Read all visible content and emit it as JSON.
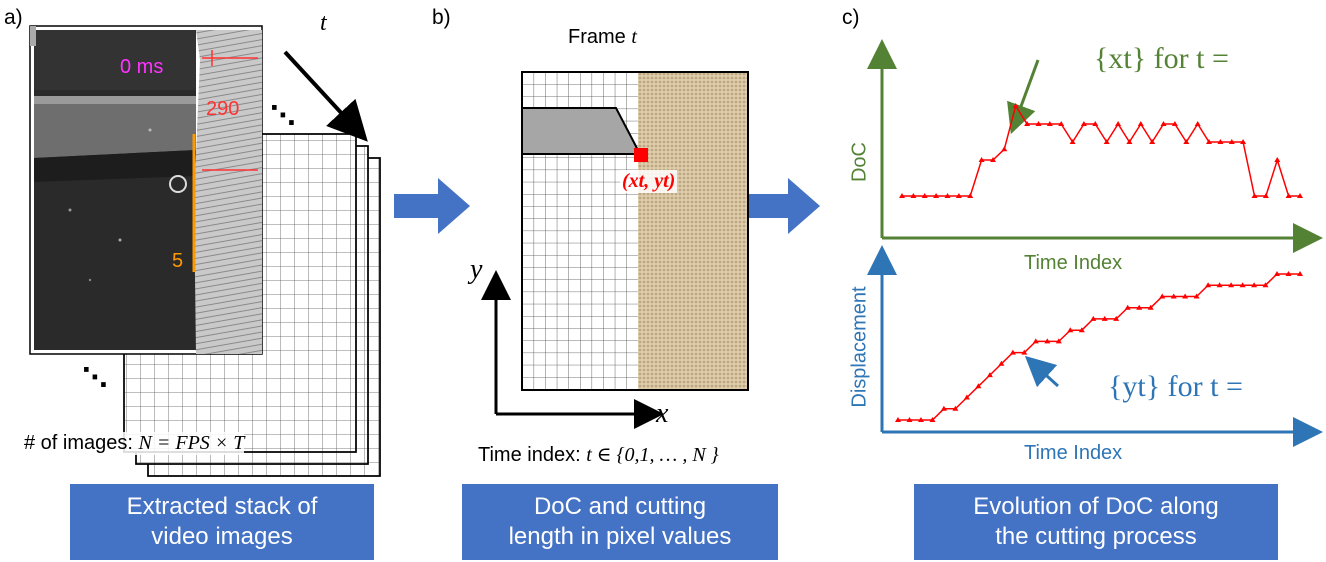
{
  "panel_a": {
    "letter": "a)",
    "time_axis_label": "t",
    "photo_time_label": "0 ms",
    "photo_number_top": "290",
    "photo_number_bottom": "5",
    "dots_top": "⋱",
    "dots_bottom": "⋱",
    "count_prefix": "# of images: ",
    "count_formula": "N =  FPS × T",
    "caption_line1": "Extracted stack of",
    "caption_line2": "video images"
  },
  "panel_b": {
    "letter": "b)",
    "frame_title": "Frame ",
    "frame_var": "t",
    "point_label": "(xt, yt)",
    "axis_x": "x",
    "axis_y": "y",
    "time_index_prefix": "Time index: ",
    "time_index_set": "t ∈ {0,1, … , N }",
    "caption_line1": "DoC and cutting",
    "caption_line2": "length in pixel values"
  },
  "panel_c": {
    "letter": "c)",
    "top_ylabel": "DoC",
    "top_xlabel": "Time Index",
    "top_annotation": "{xt} for  t =",
    "bottom_ylabel": "Displacement",
    "bottom_xlabel": "Time Index",
    "bottom_annotation": "{yt} for  t =",
    "caption_line1": "Evolution of DoC along",
    "caption_line2": "the cutting process"
  },
  "colors": {
    "caption_bg": "#4472c4",
    "arrow_blue": "#4472c4",
    "green": "#548235",
    "blue": "#2e75b6",
    "red": "#ff0000",
    "magenta": "#ff33ff"
  },
  "chart_data": [
    {
      "type": "line",
      "xlabel": "Time Index",
      "ylabel": "DoC",
      "x": [
        0,
        1,
        2,
        3,
        4,
        5,
        6,
        7,
        8,
        9,
        10,
        11,
        12,
        13,
        14,
        15,
        16,
        17,
        18,
        19,
        20,
        21,
        22,
        23,
        24,
        25,
        26,
        27,
        28,
        29,
        30,
        31,
        32,
        33,
        34,
        35
      ],
      "values": [
        1,
        1,
        1,
        1,
        1,
        1,
        1,
        3,
        3,
        3.6,
        6,
        5,
        5,
        5,
        5,
        4,
        5,
        5,
        4,
        5,
        4,
        5,
        4,
        5,
        5,
        4,
        5,
        4,
        4,
        4,
        4,
        1,
        1,
        3,
        1,
        1
      ]
    },
    {
      "type": "line",
      "xlabel": "Time Index",
      "ylabel": "Displacement",
      "x": [
        0,
        1,
        2,
        3,
        4,
        5,
        6,
        7,
        8,
        9,
        10,
        11,
        12,
        13,
        14,
        15,
        16,
        17,
        18,
        19,
        20,
        21,
        22,
        23,
        24,
        25,
        26,
        27,
        28,
        29,
        30,
        31,
        32,
        33,
        34,
        35
      ],
      "values": [
        0,
        0,
        0,
        0,
        0.5,
        0.5,
        1,
        1.5,
        2,
        2.5,
        3,
        3,
        3.5,
        3.5,
        3.5,
        4,
        4,
        4.5,
        4.5,
        4.5,
        5,
        5,
        5,
        5.5,
        5.5,
        5.5,
        5.5,
        6,
        6,
        6,
        6,
        6,
        6,
        6.5,
        6.5,
        6.5
      ]
    }
  ]
}
